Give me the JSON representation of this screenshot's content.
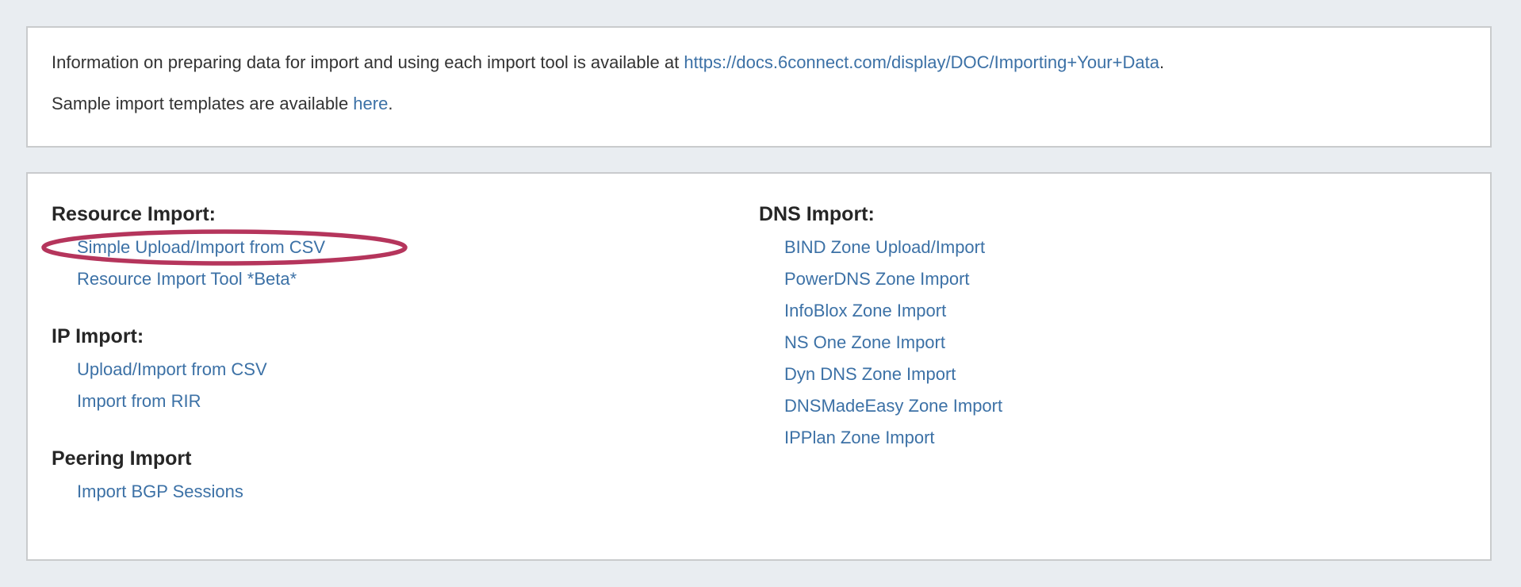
{
  "colors": {
    "page_bg": "#e9edf1",
    "panel_bg": "#ffffff",
    "panel_border": "#c9cbcd",
    "text": "#333333",
    "heading": "#262626",
    "link": "#3c71a6",
    "annotation": "#b5355c"
  },
  "info_panel": {
    "line1_prefix": "Information on preparing data for import and using each import tool is available at ",
    "line1_link": "https://docs.6connect.com/display/DOC/Importing+Your+Data",
    "line1_suffix": ".",
    "line2_prefix": "Sample import templates are available ",
    "line2_link": "here",
    "line2_suffix": "."
  },
  "import_panel": {
    "columns": [
      {
        "name": "left",
        "sections": [
          {
            "heading": "Resource Import:",
            "links": [
              {
                "label": "Simple Upload/Import from CSV",
                "circled": true
              },
              {
                "label": "Resource Import Tool *Beta*",
                "circled": false
              }
            ]
          },
          {
            "heading": "IP Import:",
            "links": [
              {
                "label": "Upload/Import from CSV",
                "circled": false
              },
              {
                "label": "Import from RIR",
                "circled": false
              }
            ]
          },
          {
            "heading": "Peering Import",
            "links": [
              {
                "label": "Import BGP Sessions",
                "circled": false
              }
            ]
          }
        ]
      },
      {
        "name": "right",
        "sections": [
          {
            "heading": "DNS Import:",
            "links": [
              {
                "label": "BIND Zone Upload/Import",
                "circled": false
              },
              {
                "label": "PowerDNS Zone Import",
                "circled": false
              },
              {
                "label": "InfoBlox Zone Import",
                "circled": false
              },
              {
                "label": "NS One Zone Import",
                "circled": false
              },
              {
                "label": "Dyn DNS Zone Import",
                "circled": false
              },
              {
                "label": "DNSMadeEasy Zone Import",
                "circled": false
              },
              {
                "label": "IPPlan Zone Import",
                "circled": false
              }
            ]
          }
        ]
      }
    ]
  }
}
